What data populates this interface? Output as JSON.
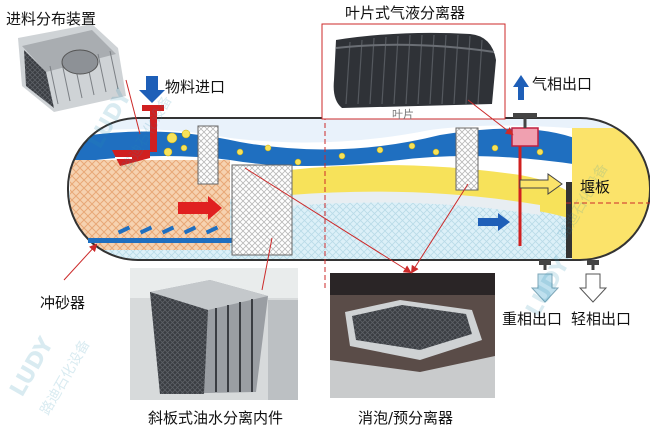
{
  "labels": {
    "feed_distributor": "进料分布装置",
    "vane_separator": "叶片式气液分离器",
    "material_inlet": "物料进口",
    "gas_outlet": "气相出口",
    "weir": "堰板",
    "sand_flusher": "冲砂器",
    "heavy_outlet": "重相出口",
    "light_outlet": "轻相出口",
    "plate_internal": "斜板式油水分离内件",
    "defoamer": "消泡/预分离器",
    "vane_caption_partial": "叶片"
  },
  "watermark": {
    "brand": "LUDY",
    "cn": "路迪石化设备"
  },
  "colors": {
    "gas": "#1f6fc0",
    "oil": "#f7e25a",
    "water": "#d9eef7",
    "mesh": "#f3c49b",
    "arrow_red": "#e02020",
    "arrow_blue": "#1e5fb8",
    "leader": "#cc2a2a"
  }
}
